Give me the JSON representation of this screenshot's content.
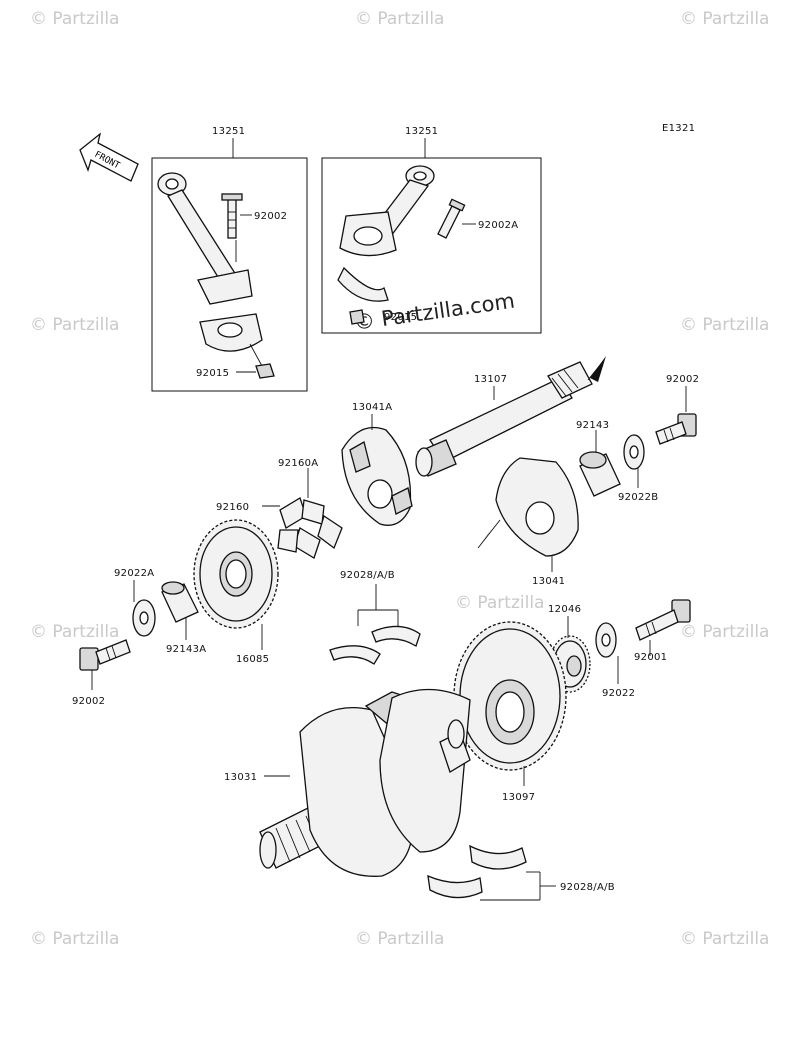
{
  "diagram_code": "E1321",
  "front_label": "FRONT",
  "watermark_text": "© Partzilla",
  "center_watermark_text": "© Partzilla.com",
  "colors": {
    "line": "#111111",
    "fill": "#f2f2f2",
    "watermark": "#c9c9c9"
  },
  "callouts": {
    "rod_left": "13251",
    "rod_right": "13251",
    "bolt_left": "92002",
    "bolt_right": "92002A",
    "nut_left": "92015",
    "nut_right": "92015",
    "shaft": "13107",
    "bolt_top_right": "92002",
    "hub_a": "13041A",
    "collar_right": "92143",
    "washer_right": "92022B",
    "damper_a": "92160A",
    "damper": "92160",
    "hub": "13041",
    "washer_left": "92022A",
    "bearing_top": "92028/A/B",
    "gear_small": "12046",
    "bolt_mid_right": "92001",
    "collar_left": "92143A",
    "gear_left": "16085",
    "washer_mid_right": "92022",
    "crankshaft": "13031",
    "gear_big": "13097",
    "bearing_bottom": "92028/A/B"
  }
}
